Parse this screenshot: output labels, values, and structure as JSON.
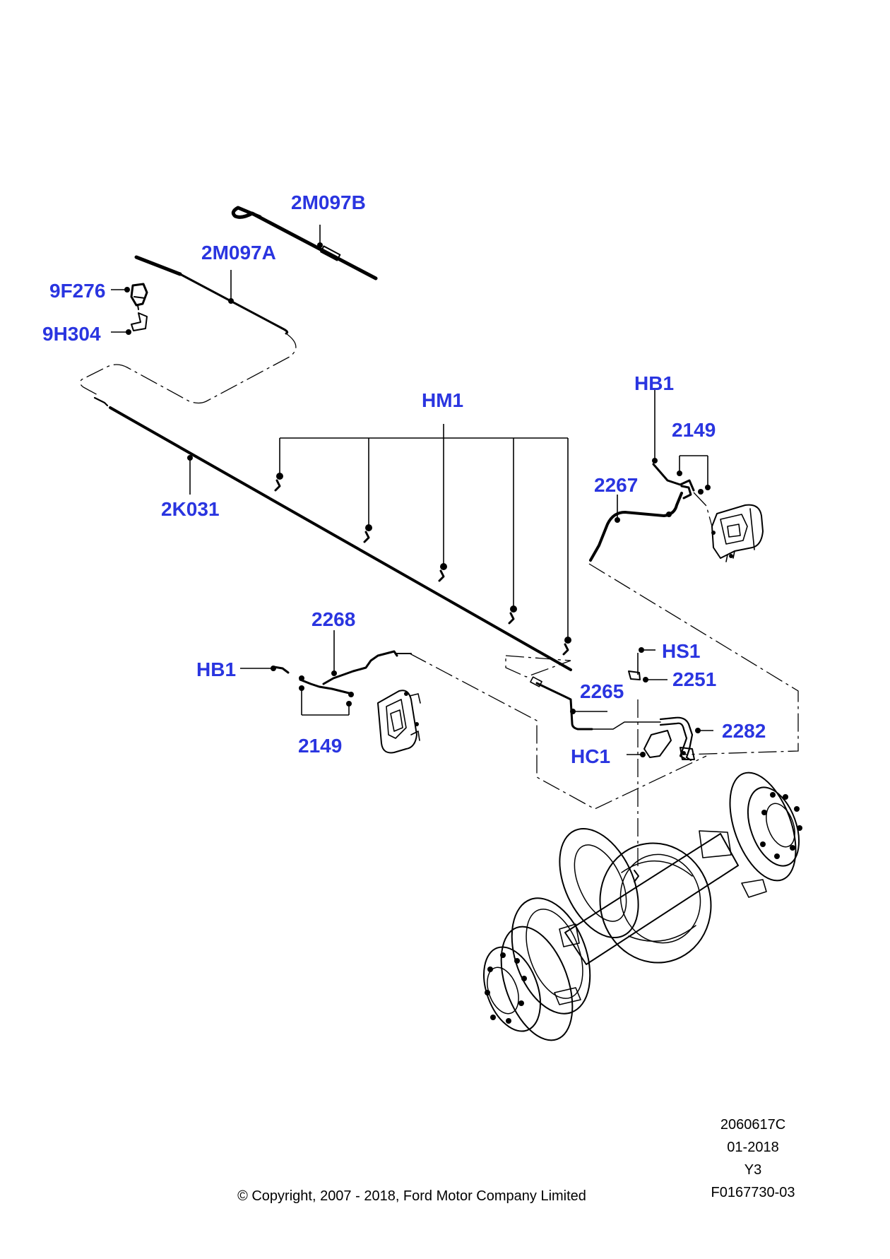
{
  "callouts": {
    "c_2m097b": "2M097B",
    "c_2m097a": "2M097A",
    "c_9f276": "9F276",
    "c_9h304": "9H304",
    "c_2k031": "2K031",
    "c_hm1": "HM1",
    "c_hb1_right": "HB1",
    "c_2149_right": "2149",
    "c_2267": "2267",
    "c_2268": "2268",
    "c_hb1_left": "HB1",
    "c_2149_left": "2149",
    "c_hs1": "HS1",
    "c_2251": "2251",
    "c_2265": "2265",
    "c_2282": "2282",
    "c_hc1": "HC1"
  },
  "footer": {
    "diagram_number": "2060617C",
    "date": "01-2018",
    "revision": "Y3",
    "reference": "F0167730-03",
    "copyright": "© Copyright, 2007 - 2018, Ford Motor Company Limited"
  },
  "colors": {
    "callout": "#2a35e0",
    "lines": "#000000"
  }
}
